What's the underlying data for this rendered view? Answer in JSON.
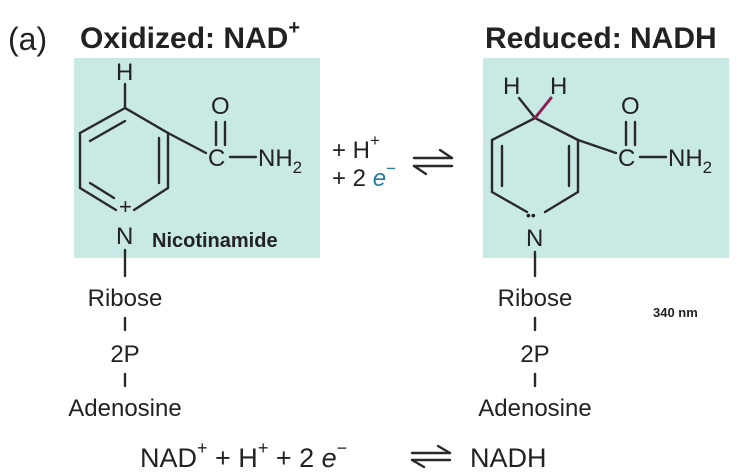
{
  "panel": {
    "label": "(a)",
    "left_title": "Oxidized: NAD",
    "left_title_sup": "+",
    "right_title": "Reduced: NADH"
  },
  "atoms": {
    "H": "H",
    "O": "O",
    "C": "C",
    "N": "N",
    "NH": "NH",
    "sub2": "2",
    "plus_charge": "+",
    "lone_pair": "••"
  },
  "labels": {
    "nicotinamide": "Nicotinamide",
    "ribose": "Ribose",
    "two_p": "2P",
    "adenosine": "Adenosine",
    "wavelength": "340 nm"
  },
  "reaction": {
    "plus_h": "+ H",
    "h_sup": "+",
    "plus_electrons": "+ 2 ",
    "e": "e",
    "e_sup": "−",
    "equation": {
      "nad": "NAD",
      "nad_sup": "+",
      "plus_h": " + H",
      "h_sup": "+",
      "plus_e": " + 2 ",
      "e": "e",
      "e_sup": "−",
      "product": "NADH"
    }
  },
  "colors": {
    "box_fill": "#c9e9e4",
    "hydrogen_accent": "#8a1f52",
    "electron_accent": "#1f7ea0",
    "wavelength_red": "#e0201a",
    "text": "#222222"
  }
}
